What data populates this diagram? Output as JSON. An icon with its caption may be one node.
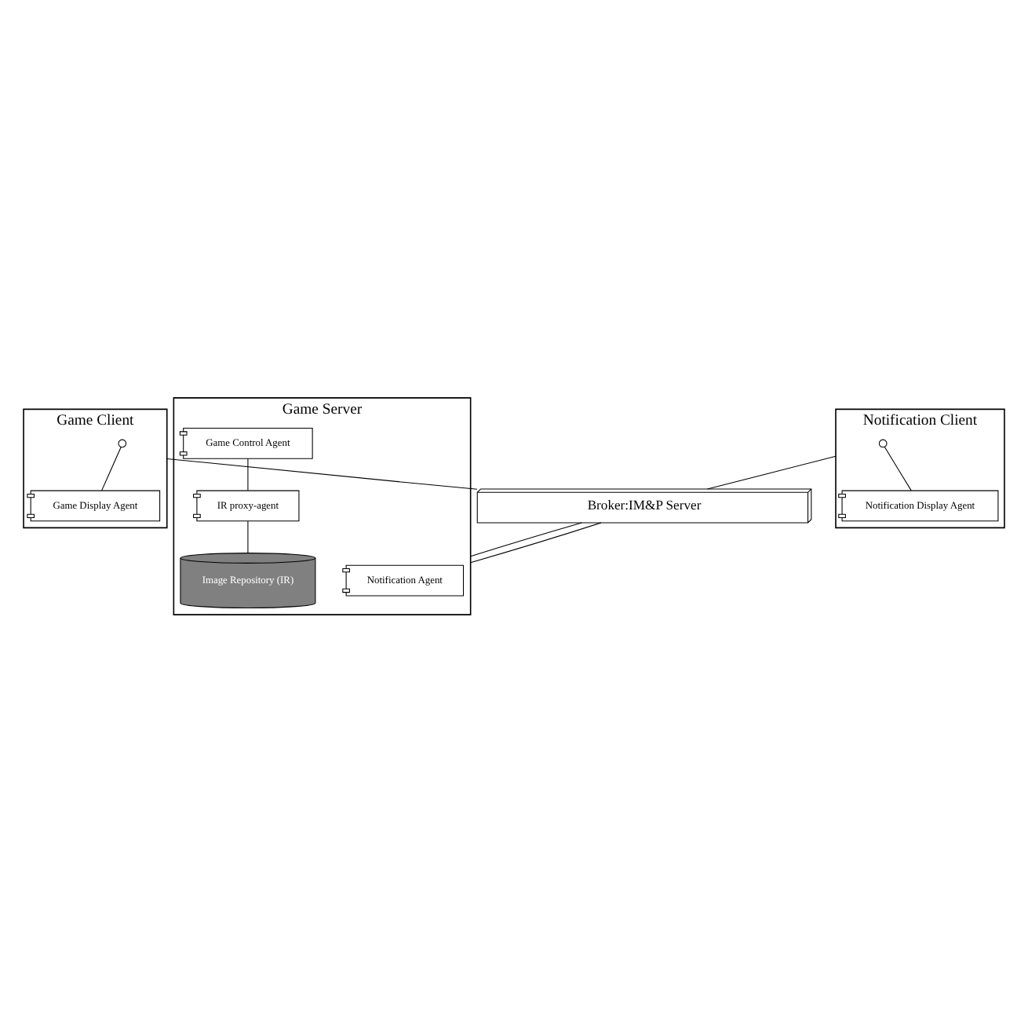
{
  "diagram": {
    "nodes": [
      {
        "text": [
          "Game Client"
        ]
      },
      {
        "text": [],
        "shape": "circle",
        "in": 0
      },
      {
        "text": [
          "Game Display Agent"
        ],
        "in": 0
      },
      {
        "text": [
          "Notification Client"
        ]
      },
      {
        "text": [],
        "shape": "circle",
        "in": 3
      },
      {
        "text": [
          "Notification Display Agent"
        ],
        "in": 3
      },
      {
        "text": [
          "Broker:IM&P Server"
        ]
      },
      {
        "text": [
          "Game Server"
        ]
      },
      {
        "text": [
          "Notification Agent"
        ],
        "in": 7
      },
      {
        "text": [
          "IR proxy-agent"
        ],
        "in": 7
      },
      {
        "text": [
          "Game Control Agent"
        ],
        "in": 7
      },
      {
        "text": [
          "Image Repository (IR)"
        ],
        "in": 7
      }
    ],
    "edges": [
      {
        "from": 1,
        "to": 2,
        "arrow": "none"
      },
      {
        "from": 4,
        "to": 5,
        "arrow": "none"
      },
      {
        "from": 0,
        "to": 6,
        "arrow": "none"
      },
      {
        "from": 3,
        "to": 6,
        "arrow": "none"
      },
      {
        "from": 6,
        "to": 7,
        "arrow": "none"
      },
      {
        "from": 6,
        "to": 7,
        "arrow": "none"
      },
      {
        "from": 10,
        "to": 9,
        "arrow": "none"
      },
      {
        "from": 9,
        "to": 11,
        "arrow": "none"
      }
    ]
  }
}
